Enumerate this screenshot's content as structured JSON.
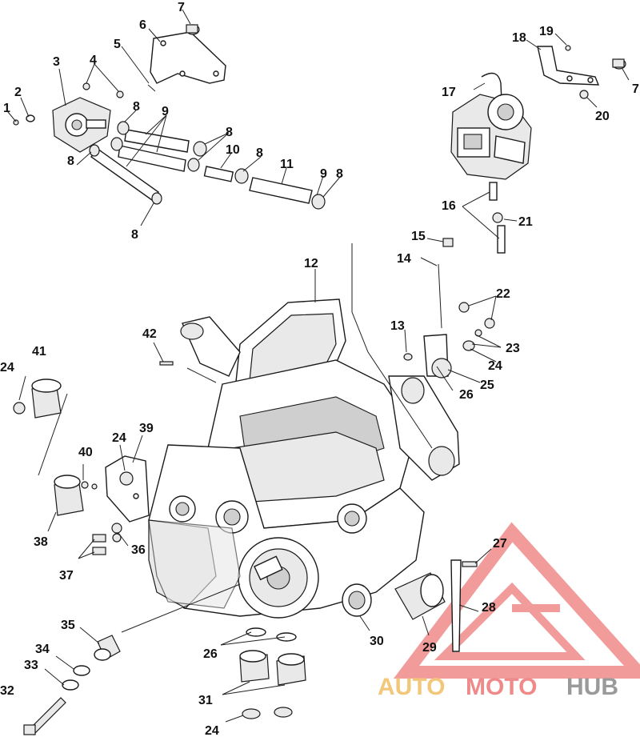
{
  "callouts": [
    {
      "id": "c1",
      "label": "1"
    },
    {
      "id": "c2",
      "label": "2"
    },
    {
      "id": "c3",
      "label": "3"
    },
    {
      "id": "c4",
      "label": "4"
    },
    {
      "id": "c5",
      "label": "5"
    },
    {
      "id": "c6",
      "label": "6"
    },
    {
      "id": "c7a",
      "label": "7"
    },
    {
      "id": "c7b",
      "label": "7"
    },
    {
      "id": "c8a",
      "label": "8"
    },
    {
      "id": "c8b",
      "label": "8"
    },
    {
      "id": "c8c",
      "label": "8"
    },
    {
      "id": "c8d",
      "label": "8"
    },
    {
      "id": "c8e",
      "label": "8"
    },
    {
      "id": "c8f",
      "label": "8"
    },
    {
      "id": "c9a",
      "label": "9"
    },
    {
      "id": "c9b",
      "label": "9"
    },
    {
      "id": "c10",
      "label": "10"
    },
    {
      "id": "c11",
      "label": "11"
    },
    {
      "id": "c12",
      "label": "12"
    },
    {
      "id": "c13",
      "label": "13"
    },
    {
      "id": "c14",
      "label": "14"
    },
    {
      "id": "c15",
      "label": "15"
    },
    {
      "id": "c16",
      "label": "16"
    },
    {
      "id": "c17",
      "label": "17"
    },
    {
      "id": "c18",
      "label": "18"
    },
    {
      "id": "c19",
      "label": "19"
    },
    {
      "id": "c20",
      "label": "20"
    },
    {
      "id": "c21",
      "label": "21"
    },
    {
      "id": "c22",
      "label": "22"
    },
    {
      "id": "c23",
      "label": "23"
    },
    {
      "id": "c24a",
      "label": "24"
    },
    {
      "id": "c24b",
      "label": "24"
    },
    {
      "id": "c24c",
      "label": "24"
    },
    {
      "id": "c24d",
      "label": "24"
    },
    {
      "id": "c25",
      "label": "25"
    },
    {
      "id": "c26a",
      "label": "26"
    },
    {
      "id": "c26b",
      "label": "26"
    },
    {
      "id": "c27",
      "label": "27"
    },
    {
      "id": "c28",
      "label": "28"
    },
    {
      "id": "c29",
      "label": "29"
    },
    {
      "id": "c30",
      "label": "30"
    },
    {
      "id": "c31",
      "label": "31"
    },
    {
      "id": "c32",
      "label": "32"
    },
    {
      "id": "c33",
      "label": "33"
    },
    {
      "id": "c34",
      "label": "34"
    },
    {
      "id": "c35",
      "label": "35"
    },
    {
      "id": "c36",
      "label": "36"
    },
    {
      "id": "c37",
      "label": "37"
    },
    {
      "id": "c38",
      "label": "38"
    },
    {
      "id": "c39",
      "label": "39"
    },
    {
      "id": "c40",
      "label": "40"
    },
    {
      "id": "c41",
      "label": "41"
    },
    {
      "id": "c42",
      "label": "42"
    }
  ],
  "watermark": {
    "part1": "AUTO",
    "part2": "MOTO",
    "part3": "HUB",
    "color_accent": "#f08a8a",
    "color_yellow": "#f3c77a",
    "color_gray": "#9a9a9a"
  }
}
